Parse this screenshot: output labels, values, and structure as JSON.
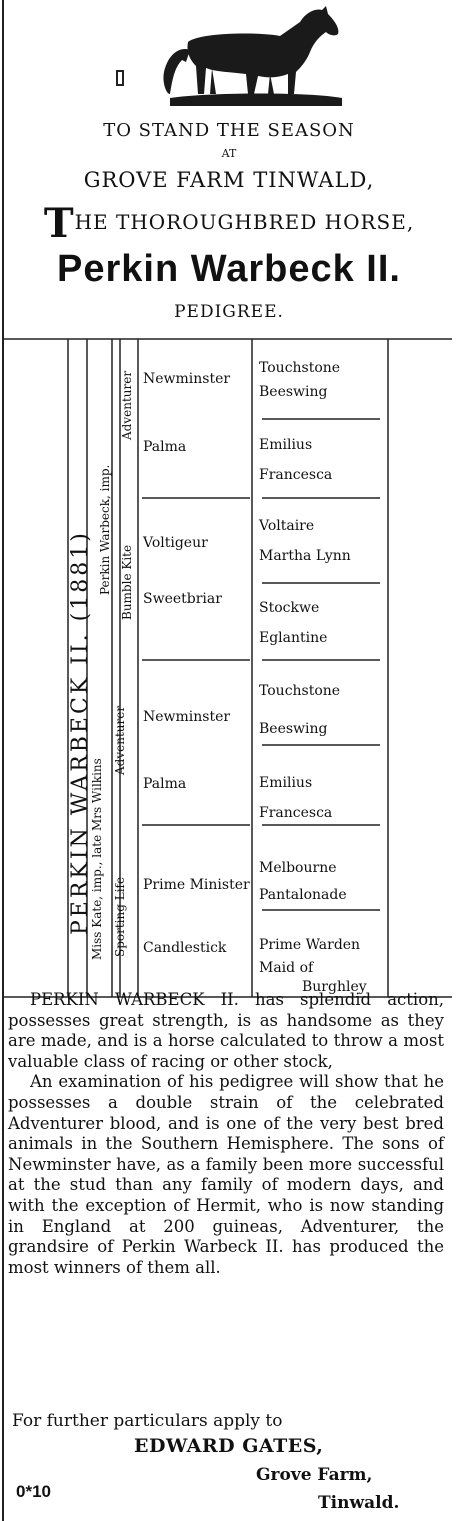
{
  "header": {
    "line1": "TO STAND THE SEASON",
    "line2": "AT",
    "line3": "GROVE FARM TINWALD,",
    "line4_cap": "T",
    "line4_rest": "HE THOROUGHBRED HORSE,",
    "name": "Perkin Warbeck II.",
    "pedigree_heading": "PEDIGREE."
  },
  "pedigree": {
    "subject": "PERKIN WARBECK II. (1881)",
    "sire": "Perkin Warbeck, imp.",
    "dam": "Miss Kate, imp., late Mrs Wilkins",
    "sire_sire": "Adventurer",
    "sire_dam": "Bumble Kite",
    "dam_sire": "Adventurer",
    "dam_dam": "Sporting Life",
    "grandparents": [
      "Newminster",
      "Palma",
      "Voltigeur",
      "Sweetbriar",
      "Newminster",
      "Palma",
      "Prime Minister",
      "Candlestick"
    ],
    "great_grandparents": [
      "Touchstone",
      "Beeswing",
      "Emilius",
      "Francesca",
      "Voltaire",
      "Martha Lynn",
      "Stockwe",
      "Eglantine",
      "Touchstone",
      "Beeswing",
      "Emilius",
      "Francesca",
      "Melbourne",
      "Pantalonade",
      "Prime Warden",
      "Maid of",
      "Burghley"
    ]
  },
  "body": {
    "para1": "PERKIN WARBECK II. has splendid action, possesses great strength, is as handsome as they are made, and is a horse calculated to throw a most valuable class of racing or other stock,",
    "para2": "An examination of his pedigree will show that he possesses a double strain of the celebrated Adventurer blood, and is one of the very best bred animals in the Southern Hemisphere. The sons of Newminster have, as a family been more successful at the stud than any family of modern days, and with the exception of Hermit, who is now standing in England at 200 guineas, Adventurer, the grandsire of Perkin Warbeck II. has produced the most winners of them all.",
    "apply": "For further particulars apply to",
    "signature": "EDWARD GATES,",
    "farm": "Grove Farm,",
    "town": "Tinwald.",
    "ref": "0*10"
  }
}
